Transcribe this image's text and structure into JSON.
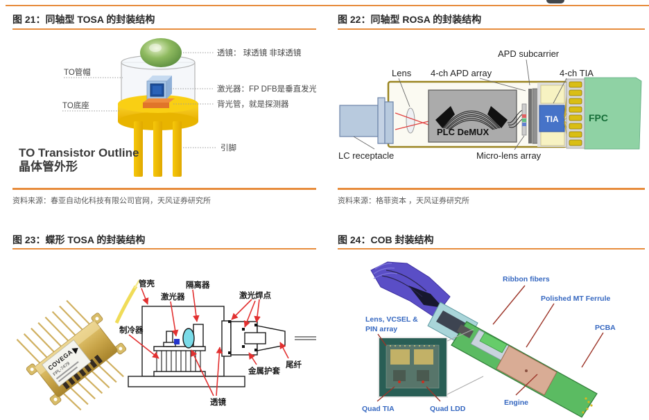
{
  "colors": {
    "accent_orange": "#E78C3C",
    "figure_label_blue": "#3567C0",
    "tia_box_blue": "#4673C8",
    "fpc_green": "#8FD2A4"
  },
  "figures": {
    "fig21": {
      "title": "图 21：同轴型 TOSA 的封装结构",
      "source": "资料来源：春亚自动化科技有限公司官网，天风证券研究所",
      "labels": {
        "to_cap": "TO管帽",
        "to_base": "TO底座",
        "lens": "透镜： 球透镜 非球透镜",
        "laser": "激光器：FP DFB是垂直发光",
        "backlight": "背光管，就是探测器",
        "pin": "引脚",
        "caption_line1": "TO Transistor Outline",
        "caption_line2": "晶体管外形"
      }
    },
    "fig22": {
      "title": "图 22：同轴型 ROSA 的封装结构",
      "source": "资料来源：格菲资本 ，天风证券研究所",
      "labels": {
        "apd_subcarrier": "APD subcarrier",
        "lens": "Lens",
        "apd_array": "4-ch APD array",
        "tia_4ch": "4-ch TIA",
        "plc_demux": "PLC DeMUX",
        "tia": "TIA",
        "fpc": "FPC",
        "lc_receptacle": "LC receptacle",
        "micro_lens_array": "Micro-lens array"
      }
    },
    "fig23": {
      "title": "图 23：蝶形 TOSA 的封装结构",
      "labels": {
        "shell": "管壳",
        "laser": "激光器",
        "isolator": "隔离器",
        "weld_points": "激光焊点",
        "cooler": "制冷器",
        "metal_sheath": "金属护套",
        "pigtail": "尾纤",
        "lens": "透镜",
        "package_brand": "COVEGA",
        "package_model": "FPL-7479"
      }
    },
    "fig24": {
      "title": "图 24：COB 封装结构",
      "labels": {
        "ribbon_fibers": "Ribbon fibers",
        "mt_ferrule": "Polished MT Ferrule",
        "pcba": "PCBA",
        "lens_vcsel_line1": "Lens, VCSEL &",
        "lens_vcsel_line2": "PIN array",
        "engine": "Engine",
        "quad_tia": "Quad TIA",
        "quad_ldd": "Quad LDD"
      }
    }
  }
}
